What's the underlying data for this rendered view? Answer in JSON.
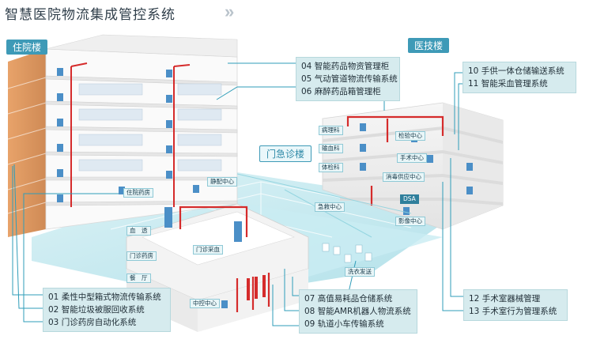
{
  "title": "智慧医院物流集成管控系统",
  "chevrons": "»",
  "buildings": {
    "inpatient": "住院楼",
    "medtech": "医技楼",
    "emergency": "门急诊楼"
  },
  "systems_right_top": [
    "04 智能药品物资管理柜",
    "05 气动管道物流传输系统",
    "06 麻醉药品箱管理柜"
  ],
  "systems_far_right": [
    "10 手供一体仓储输送系统",
    "11 智能采血管理系统"
  ],
  "systems_bottom_left": [
    "01 柔性中型箱式物流传输系统",
    "02 智能垃圾被服回收系统",
    "03 门诊药房自动化系统"
  ],
  "systems_bottom_mid": [
    "07 高值易耗品仓储系统",
    "08 智能AMR机器人物流系统",
    "09 轨道小车传输系统"
  ],
  "systems_bottom_right": [
    "12 手术室器械管理",
    "13 手术室行为管理系统"
  ],
  "room_labels": {
    "pathology": "病理科",
    "transfusion": "输血科",
    "physical_exam": "体检科",
    "lab_center": "检验中心",
    "surgery_center": "手术中心",
    "sterile_supply": "消毒供应中心",
    "dsa": "DSA",
    "imaging_center": "影像中心",
    "inpatient_pharmacy": "住院药房",
    "dispensing_center": "静配中心",
    "emergency_center": "急救中心",
    "dialysis": "血　透",
    "outpatient_pharmacy": "门诊药房",
    "outpatient_blood": "门诊采血",
    "restaurant": "餐　厅",
    "laundry": "洗衣发送",
    "control_center": "中控中心"
  },
  "colors": {
    "accent": "#3e9ab7",
    "info_box": "#d6ebee",
    "connector": "#2f9db9",
    "pipe": "#d52b2b",
    "floor_glow": "#bfe7ef"
  }
}
